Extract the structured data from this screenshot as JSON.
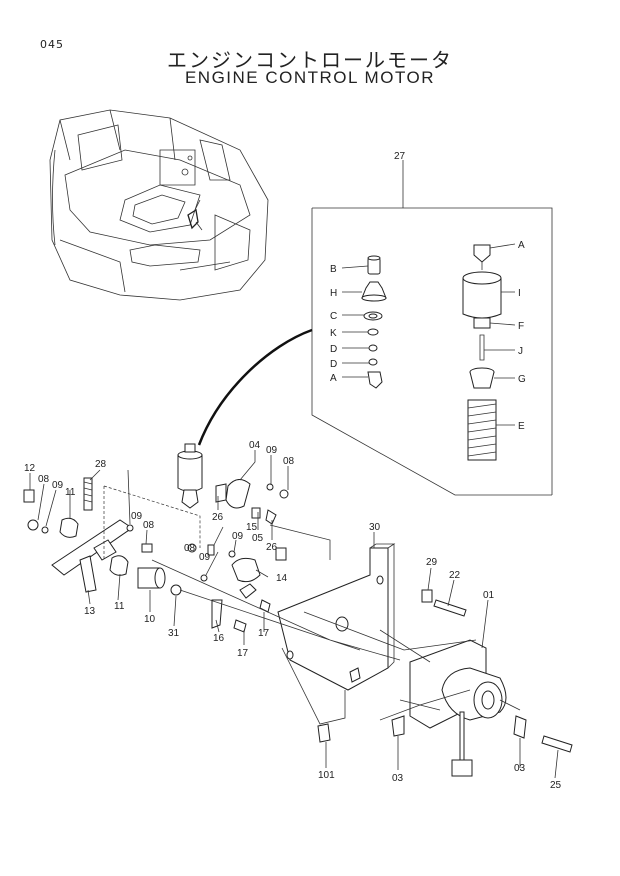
{
  "page_number": "045",
  "title_jp": "エンジンコントロールモータ",
  "title_en": "ENGINE CONTROL MOTOR",
  "kit_label": "27",
  "kit_parts": {
    "B": "B",
    "H": "H",
    "C": "C",
    "K": "K",
    "D1": "D",
    "D2": "D",
    "A_left": "A",
    "A_right": "A",
    "I": "I",
    "F": "F",
    "J": "J",
    "G": "G",
    "E": "E"
  },
  "callouts": {
    "p04": "04",
    "p09a": "09",
    "p08a": "08",
    "p26a": "26",
    "p15": "15",
    "p05": "05",
    "p26b": "26",
    "p09b": "09",
    "p08b": "08",
    "p14": "14",
    "p16": "16",
    "p17a": "17",
    "p17b": "17",
    "p12": "12",
    "p08c": "08",
    "p09c": "09",
    "p11a": "11",
    "p28": "28",
    "p09d": "09",
    "p08d": "08",
    "p13": "13",
    "p11b": "11",
    "p10": "10",
    "p31": "31",
    "p30": "30",
    "p29": "29",
    "p22": "22",
    "p01": "01",
    "p101": "101",
    "p03a": "03",
    "p03b": "03",
    "p25": "25"
  }
}
